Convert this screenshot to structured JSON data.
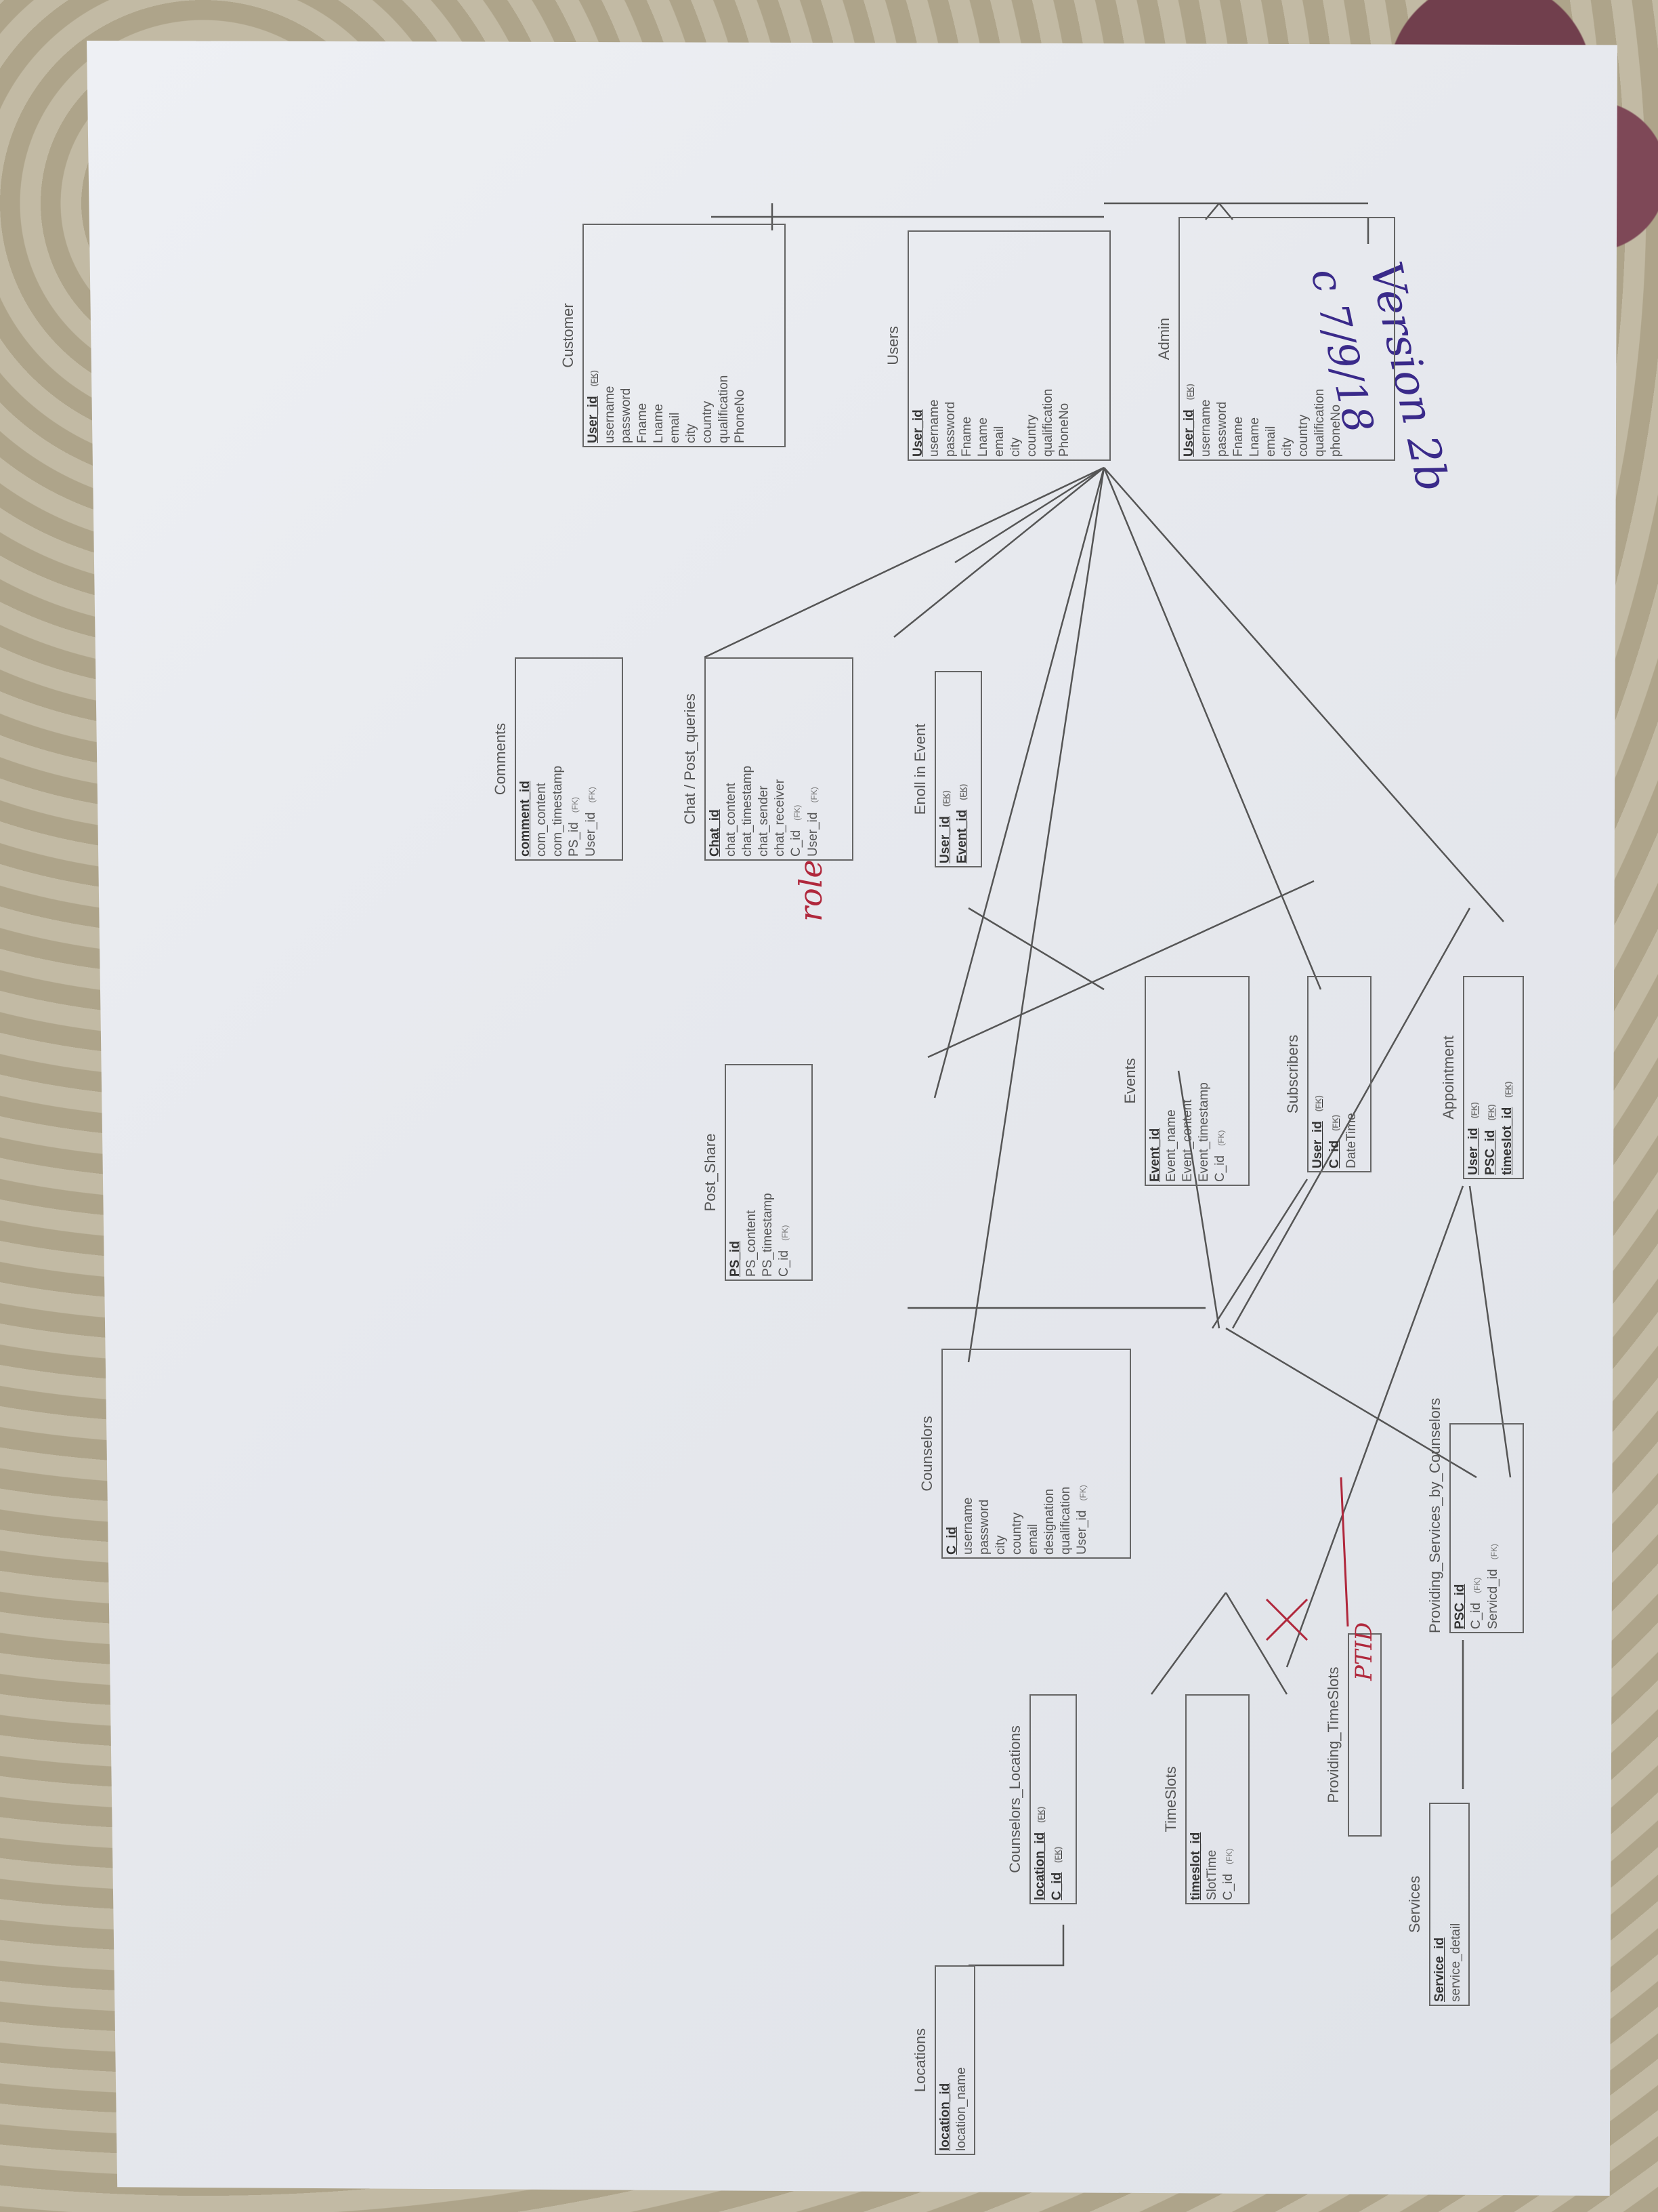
{
  "colors": {
    "paper": "#e9ebf0",
    "ink": "#555555",
    "handwriting": "#3a2a8a",
    "annotation_red": "#b0283c",
    "tablecloth": "#b7ad94"
  },
  "handwritten": {
    "version": "Version 2b",
    "date": "c 7/9/18",
    "role": "role",
    "ptid": "PTID"
  },
  "entities": [
    {
      "id": "admin",
      "name": "Admin",
      "attrs": [
        {
          "text": "User_id",
          "pk": true,
          "fk": "(FK)"
        },
        {
          "text": "username"
        },
        {
          "text": "password"
        },
        {
          "text": "Fname"
        },
        {
          "text": "Lname"
        },
        {
          "text": "email"
        },
        {
          "text": "city"
        },
        {
          "text": "country"
        },
        {
          "text": "qualification"
        },
        {
          "text": "phoneNo"
        }
      ]
    },
    {
      "id": "users",
      "name": "Users",
      "attrs": [
        {
          "text": "User_id",
          "pk": true
        },
        {
          "text": "username"
        },
        {
          "text": "password"
        },
        {
          "text": "Fname"
        },
        {
          "text": "Lname"
        },
        {
          "text": "email"
        },
        {
          "text": "city"
        },
        {
          "text": "country"
        },
        {
          "text": "qualification"
        },
        {
          "text": "PhoneNo"
        }
      ]
    },
    {
      "id": "customer",
      "name": "Customer",
      "attrs": [
        {
          "text": "User_id",
          "pk": true,
          "fk": "(FK)"
        },
        {
          "text": "username"
        },
        {
          "text": "password"
        },
        {
          "text": "Fname"
        },
        {
          "text": "Lname"
        },
        {
          "text": "email"
        },
        {
          "text": "city"
        },
        {
          "text": "country"
        },
        {
          "text": "qualification"
        },
        {
          "text": "PhoneNo"
        }
      ]
    },
    {
      "id": "enroll",
      "name": "Enoll in Event",
      "attrs": [
        {
          "text": "User_id",
          "pk": true,
          "fk": "(FK)"
        },
        {
          "text": "Event_id",
          "pk": true,
          "fk": "(FK)"
        }
      ]
    },
    {
      "id": "chat",
      "name": "Chat / Post_queries",
      "attrs": [
        {
          "text": "Chat_id",
          "pk": true
        },
        {
          "text": "chat_content"
        },
        {
          "text": "chat_timestamp"
        },
        {
          "text": "chat_sender"
        },
        {
          "text": "chat_receiver"
        },
        {
          "text": "C_id",
          "fk": "(FK)"
        },
        {
          "text": "User_id",
          "fk": "(FK)"
        }
      ]
    },
    {
      "id": "comments",
      "name": "Comments",
      "attrs": [
        {
          "text": "comment_id",
          "pk": true
        },
        {
          "text": "com_content"
        },
        {
          "text": "com_timestamp"
        },
        {
          "text": "PS_id",
          "fk": "(FK)"
        },
        {
          "text": "User_id",
          "fk": "(FK)"
        }
      ]
    },
    {
      "id": "appointment",
      "name": "Appointment",
      "attrs": [
        {
          "text": "User_id",
          "pk": true,
          "fk": "(FK)"
        },
        {
          "text": "PSC_id",
          "pk": true,
          "fk": "(FK)"
        },
        {
          "text": "timeslot_id",
          "pk": true,
          "fk": "(FK)"
        }
      ]
    },
    {
      "id": "subscribers",
      "name": "Subscribers",
      "attrs": [
        {
          "text": "User_id",
          "pk": true,
          "fk": "(FK)"
        },
        {
          "text": "C_id",
          "pk": true,
          "fk": "(FK)"
        },
        {
          "text": "DateTime"
        }
      ]
    },
    {
      "id": "events",
      "name": "Events",
      "attrs": [
        {
          "text": "Event_id",
          "pk": true
        },
        {
          "text": "Event_name"
        },
        {
          "text": "Event_content"
        },
        {
          "text": "Event_timestamp"
        },
        {
          "text": "C_id",
          "fk": "(FK)"
        }
      ]
    },
    {
      "id": "postshare",
      "name": "Post_Share",
      "attrs": [
        {
          "text": "PS_id",
          "pk": true
        },
        {
          "text": "PS_content"
        },
        {
          "text": "PS_timestamp"
        },
        {
          "text": "C_id",
          "fk": "(FK)"
        }
      ]
    },
    {
      "id": "counselors",
      "name": "Counselors",
      "attrs": [
        {
          "text": "C_id",
          "pk": true
        },
        {
          "text": "username"
        },
        {
          "text": "password"
        },
        {
          "text": "city"
        },
        {
          "text": "country"
        },
        {
          "text": "email"
        },
        {
          "text": "designation"
        },
        {
          "text": "qualification"
        },
        {
          "text": "User_id",
          "fk": "(FK)"
        }
      ]
    },
    {
      "id": "providing_services",
      "name": "Providing_Services_by_Counselors",
      "attrs": [
        {
          "text": "PSC_id",
          "pk": true
        },
        {
          "text": "C_id",
          "fk": "(FK)"
        },
        {
          "text": "Servicd_id",
          "fk": "(FK)"
        }
      ]
    },
    {
      "id": "providing_timeslots",
      "name": "Providing_TimeSlots",
      "attrs": []
    },
    {
      "id": "services",
      "name": "Services",
      "attrs": [
        {
          "text": "Service_id",
          "pk": true
        },
        {
          "text": "service_detail"
        }
      ]
    },
    {
      "id": "timeslots",
      "name": "TimeSlots",
      "attrs": [
        {
          "text": "timeslot_id",
          "pk": true
        },
        {
          "text": "SlotTime"
        },
        {
          "text": "C_id",
          "fk": "(FK)"
        }
      ]
    },
    {
      "id": "counselors_locations",
      "name": "Counselors_Locations",
      "attrs": [
        {
          "text": "location_id",
          "pk": true,
          "fk": "(FK)"
        },
        {
          "text": "C_id",
          "pk": true,
          "fk": "(FK)"
        }
      ]
    },
    {
      "id": "locations",
      "name": "Locations",
      "attrs": [
        {
          "text": "location_id",
          "pk": true
        },
        {
          "text": "location_name"
        }
      ]
    }
  ]
}
